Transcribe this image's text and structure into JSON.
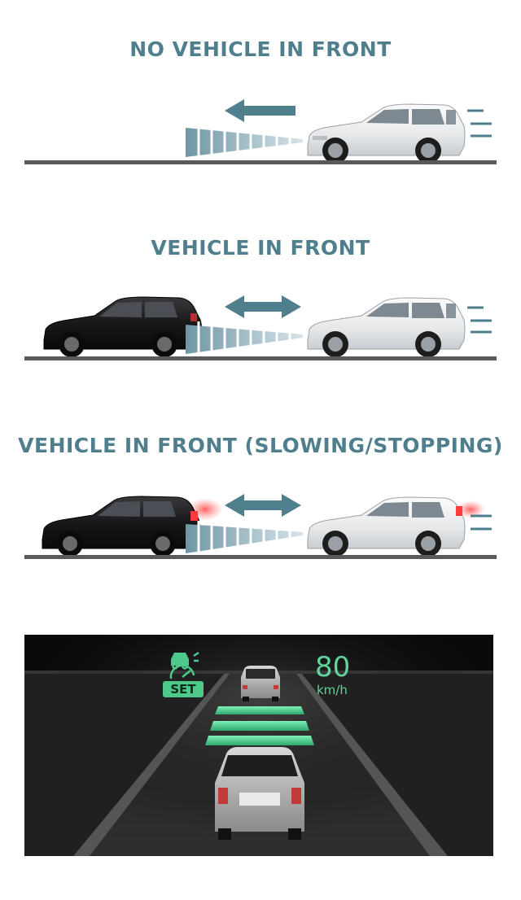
{
  "scenarios": [
    {
      "title": "NO VEHICLE IN FRONT",
      "front_vehicle": false,
      "brake_lights": false,
      "arrow": "left"
    },
    {
      "title": "VEHICLE IN FRONT",
      "front_vehicle": true,
      "brake_lights": false,
      "arrow": "double"
    },
    {
      "title": "VEHICLE IN FRONT (SLOWING/STOPPING)",
      "front_vehicle": true,
      "brake_lights": true,
      "arrow": "double"
    }
  ],
  "display": {
    "set_label": "SET",
    "speed": "80",
    "unit": "km/h"
  },
  "colors": {
    "title": "#4f7f8d",
    "arrow": "#4f7f8d",
    "radar": "#8fb1bd",
    "road": "#5a5a5a",
    "hud_green": "#4cc98b",
    "brake_glow": "#ff6b6b"
  }
}
